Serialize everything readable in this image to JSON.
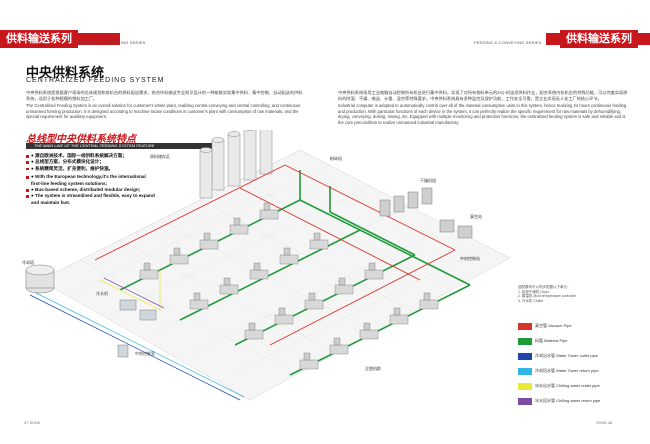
{
  "header": {
    "left_tag": "供料输送系列",
    "left_sub": "FEEDING & CONVEYING SERIES",
    "right_tag": "供料输送系列",
    "right_sub": "FEEDING & CONVEYING SERIES",
    "accent": "#c8161d"
  },
  "title": {
    "cn": "中央供料系统",
    "en": "CENTRALIZED FEEDING SYSTEM"
  },
  "intro": {
    "left_cn": "中央供料系统是根据客户现场的总体规划和各机台的原料配送需求，结合作料输送专业知识设计的一种能够实现集中供料、集中控制、自动配送的供料系统，适用于各种规模的塑料加工厂。",
    "left_en": "The Centralized Feeding System is an overall solution for customer's whole plant, realizing central conveying and central controlling, and continuous unmanned forming production. It is designed according to machine locate conditions in customer's plant with consumption of raw materials, and the special requirement for auxiliary equipment.",
    "right_cn": "中央供料系统采用工业电脑自动控制所有机台进行集中供料，实现了对所有物料单元的24小时连续供料作业，配合系统内各机台的特殊功能，可以完美实现原料的除湿、干燥、输送、计量、混合等特殊要求。中央供料系统具有多种监控及保护功能，工作安全可靠，是企业实现无人化工厂的核心环节。",
    "right_en": "Industrial computer is adopted to automatically control over all of the material consumption units in this system, hence realizing 24 hours continuous feeding and production. With particular functions of each device in the system, it can perfectly realize the specific requirement for raw materials by dehumidifying, drying, conveying, dosing, mixing, etc. Equipped with multiple monitoring and protection functions, the centralized feeding system is safe and reliable and is the core precondition to realize unmanned industrial manufactory."
  },
  "features": {
    "title": "总线型中央供料系统特点",
    "subtitle": "THE MAIN LINE OF THE CENTRAL FEEDING SYSTEM FEATURE",
    "items": [
      "● 源自欧洲技术，国际一线供料系统解决方案；",
      "● 总线型方案，分布式模块化设计；",
      "● 系统精简灵活，扩充便利，维护快速。",
      "● With the European technology,it's the international first-line feeding system solutions;",
      "● Bus-based scheme, distributed modular design;",
      "● The system is streamlined and flexible, easy to expand and maintain fast."
    ]
  },
  "diagram_labels": {
    "silo_area": "原料储存区",
    "dryer_area": "干燥机组",
    "central_station": "中央控制站",
    "vacuum_station": "真空站",
    "machines": "注塑机群",
    "cooling": "冷却塔",
    "control": "中央控制室",
    "crusher": "粉碎机",
    "chiller": "冷水机"
  },
  "legend": {
    "note_title": "选配模块可以同步配置以下单元：",
    "note_lines": [
      "1. 除湿干燥机 Dryer",
      "2. 模温机 Mold temperature controller",
      "3. 冷水机 Chiller"
    ],
    "items": [
      {
        "label": "真空管 Vacuum Pipe",
        "color": "#d9342b"
      },
      {
        "label": "料管 Material Pipe",
        "color": "#1f9a3a"
      },
      {
        "label": "冷却出水管 Water Tower outlet pipe",
        "color": "#1c47a8"
      },
      {
        "label": "冷却回水管 Water Tower return pipe",
        "color": "#33b5e6"
      },
      {
        "label": "冰水出水管 Chilling water outlet pipe",
        "color": "#e9e93a"
      },
      {
        "label": "冰水回水管 Chilling water return pipe",
        "color": "#7b4aa3"
      }
    ]
  },
  "pages": {
    "left": "47 SHINI",
    "right": "SHINI 48"
  }
}
